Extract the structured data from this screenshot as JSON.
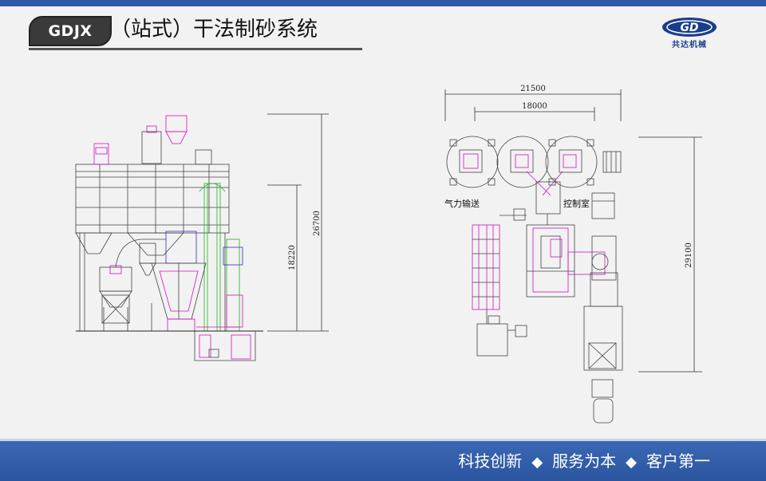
{
  "header": {
    "badge": "GDJX",
    "title": "（站式）干法制砂系统",
    "logo_letters": "GD",
    "logo_text": "共达机械"
  },
  "drawing": {
    "elevation": {
      "dim_total": "26700",
      "dim_partial": "18220"
    },
    "plan": {
      "dim_top_outer": "21500",
      "dim_top_inner": "18000",
      "dim_right": "29100",
      "label_pneumatic": "气力输送",
      "label_control_room": "控制室"
    }
  },
  "footer": {
    "slogan_items": [
      "科技创新",
      "服务为本",
      "客户第一"
    ],
    "separator": "◆"
  },
  "colors": {
    "brand_blue": "#2d5aa8",
    "badge_bg": "#3a3a3a",
    "line_magenta": "#d010c0",
    "line_green": "#20b020"
  }
}
